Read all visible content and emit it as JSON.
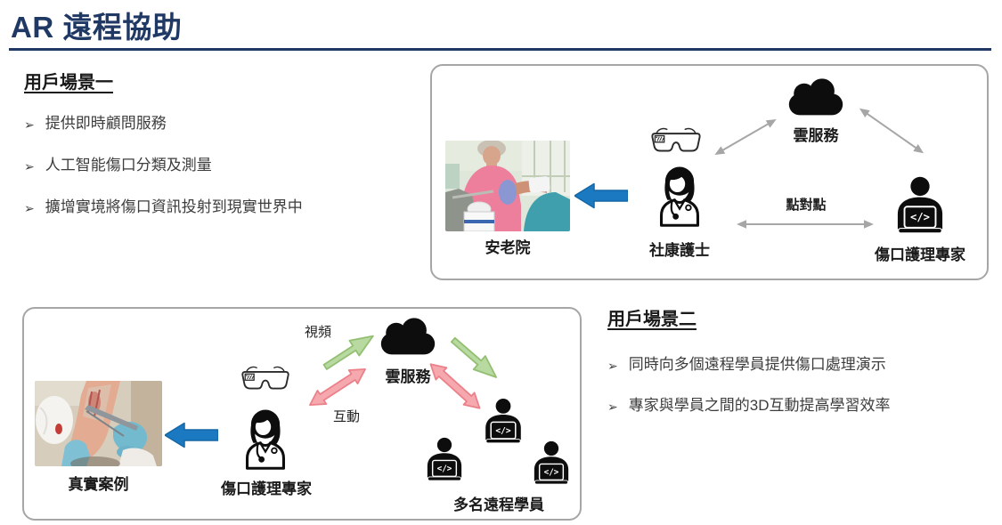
{
  "title": "AR 遠程協助",
  "bullet_marker": "➢",
  "scenario1": {
    "heading": "用戶場景一",
    "bullets": [
      "提供即時顧問服務",
      "人工智能傷口分類及測量",
      "擴增實境將傷口資訊投射到現實世界中"
    ],
    "diagram": {
      "photo_label": "安老院",
      "nurse_label": "社康護士",
      "cloud_label": "雲服務",
      "p2p_label": "點對點",
      "expert_label": "傷口護理專家"
    }
  },
  "scenario2": {
    "heading": "用戶場景二",
    "bullets": [
      "同時向多個遠程學員提供傷口處理演示",
      "專家與學員之間的3D互動提高學習效率"
    ],
    "diagram": {
      "photo_label": "真實案例",
      "expert_label": "傷口護理專家",
      "cloud_label": "雲服務",
      "video_label": "視頻",
      "interact_label": "互動",
      "students_label": "多名遠程學員"
    }
  },
  "icons": {
    "glasses": "ar-smart-glasses-icon",
    "cloud": "cloud-service-icon",
    "nurse": "nurse-icon",
    "laptop_person": "person-with-laptop-icon",
    "block_arrow": "block-arrow-icon"
  },
  "colors": {
    "title_navy": "#1F3864",
    "arrow_blue": "#1B79C1",
    "arrow_gray": "#A6A6A6",
    "arrow_green_fill": "#B8D9A0",
    "arrow_pink_fill": "#F5A8AE",
    "icon_black": "#0D0D0D",
    "box_border": "#A6A6A6"
  }
}
